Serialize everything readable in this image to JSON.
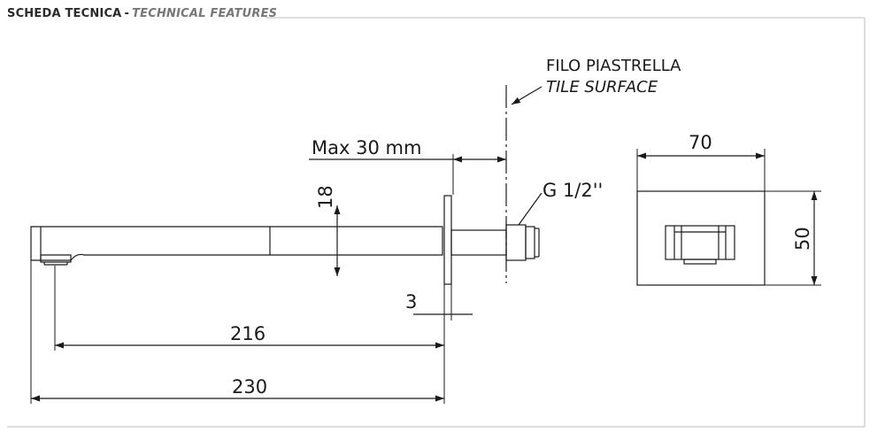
{
  "header": {
    "title_it": "SCHEDA TECNICA",
    "separator": "-",
    "title_en": "TECHNICAL FEATURES"
  },
  "drawing": {
    "tile_label_it": "FILO PIASTRELLA",
    "tile_label_en": "TILE SURFACE",
    "max_depth": "Max 30 mm",
    "thread": "G 1/2''",
    "spout_height": "18",
    "plate_thickness": "3",
    "projection_outlet": "216",
    "projection_total": "230",
    "plate_width": "70",
    "plate_height": "50"
  },
  "colors": {
    "line": "#1a1a1a",
    "frame": "#d4d4d4",
    "header_text": "#2a2a2a",
    "header_subtitle": "#777777"
  }
}
